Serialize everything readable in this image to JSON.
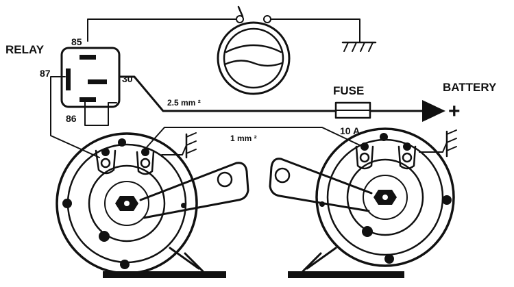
{
  "labels": {
    "relay": "RELAY",
    "pin85": "85",
    "pin87": "87",
    "pin30": "30",
    "pin86": "86",
    "wire_thick": "2.5 mm ²",
    "wire_thin": "1 mm ²",
    "fuse": "FUSE",
    "fuse_rating": "10 A",
    "battery": "BATTERY",
    "plus": "+"
  },
  "colors": {
    "ink": "#111111",
    "paper": "#ffffff"
  }
}
